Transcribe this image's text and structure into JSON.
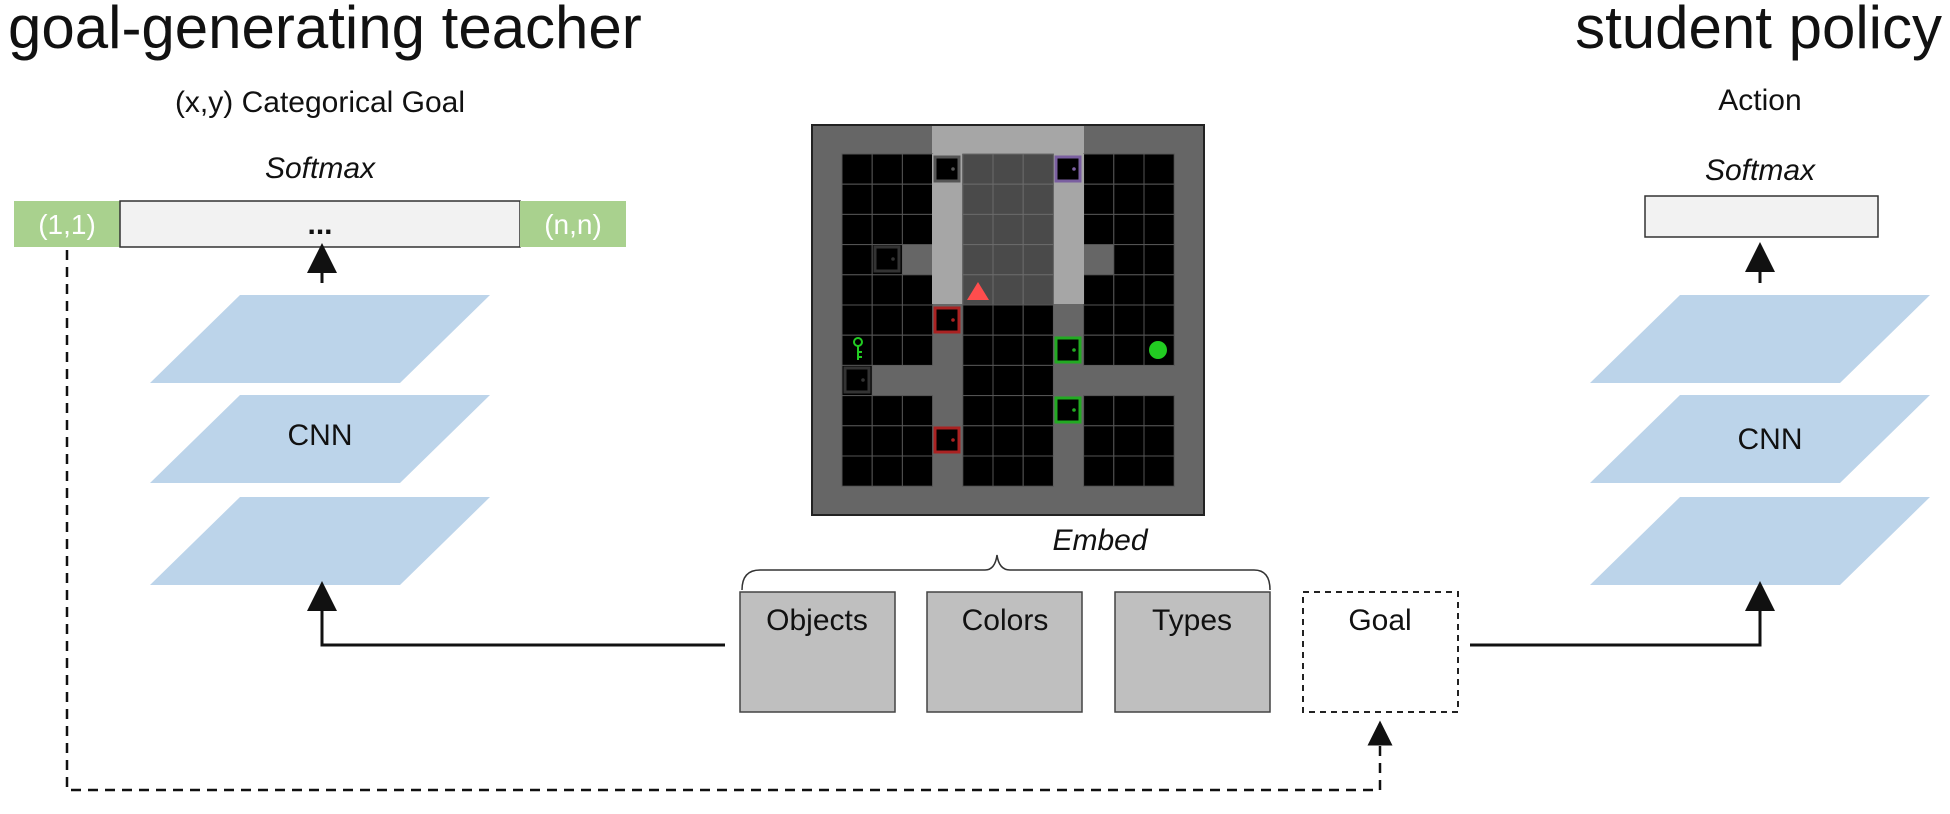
{
  "titles": {
    "left": "goal-generating teacher",
    "right": "student policy"
  },
  "teacher": {
    "output_label": "(x,y) Categorical Goal",
    "softmax_label": "Softmax",
    "softmax_first": "(1,1)",
    "softmax_middle": "...",
    "softmax_last": "(n,n)",
    "cnn_label": "CNN"
  },
  "student": {
    "output_label": "Action",
    "softmax_label": "Softmax",
    "cnn_label": "CNN"
  },
  "embed": {
    "label": "Embed",
    "boxes": [
      "Objects",
      "Colors",
      "Types"
    ],
    "goal_label": "Goal"
  },
  "colors": {
    "cnn_layer": "#bcd4ea",
    "softmax_end": "#a9d18e",
    "softmax_bar": "#f2f2f2",
    "embed_box": "#bfbfbf",
    "grid_bg": "#666666",
    "agent": "#ff4d4d",
    "goal_ball": "#22cc22"
  },
  "icons": {
    "agent": "triangle-agent-icon",
    "key": "key-icon",
    "ball": "ball-icon",
    "door": "door-icon"
  }
}
